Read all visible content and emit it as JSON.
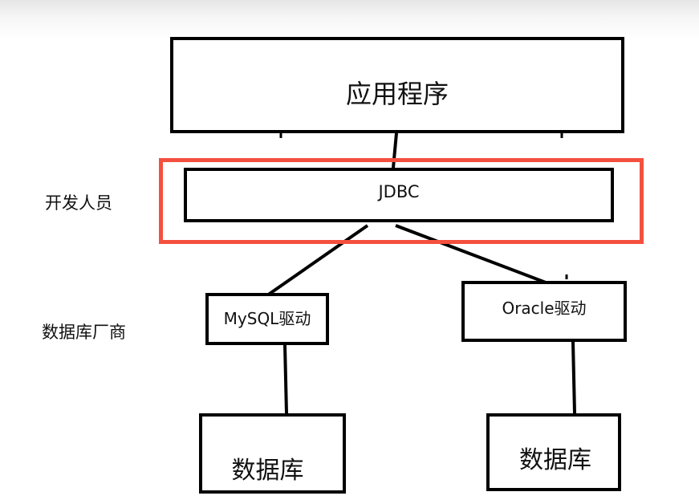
{
  "diagram": {
    "app_box": {
      "label": "应用程序"
    },
    "jdbc_box": {
      "label": "JDBC"
    },
    "highlight_color": "#f4503f",
    "side_labels": {
      "developer": "开发人员",
      "db_vendor": "数据库厂商"
    },
    "drivers": [
      {
        "label": "MySQL驱动"
      },
      {
        "label": "Oracle驱动"
      }
    ],
    "databases": [
      {
        "label": "数据库"
      },
      {
        "label": "数据库"
      }
    ],
    "connections": [
      {
        "from": "应用程序",
        "to": "JDBC"
      },
      {
        "from": "JDBC",
        "to": "MySQL驱动"
      },
      {
        "from": "JDBC",
        "to": "Oracle驱动"
      },
      {
        "from": "MySQL驱动",
        "to": "数据库"
      },
      {
        "from": "Oracle驱动",
        "to": "数据库"
      }
    ]
  }
}
